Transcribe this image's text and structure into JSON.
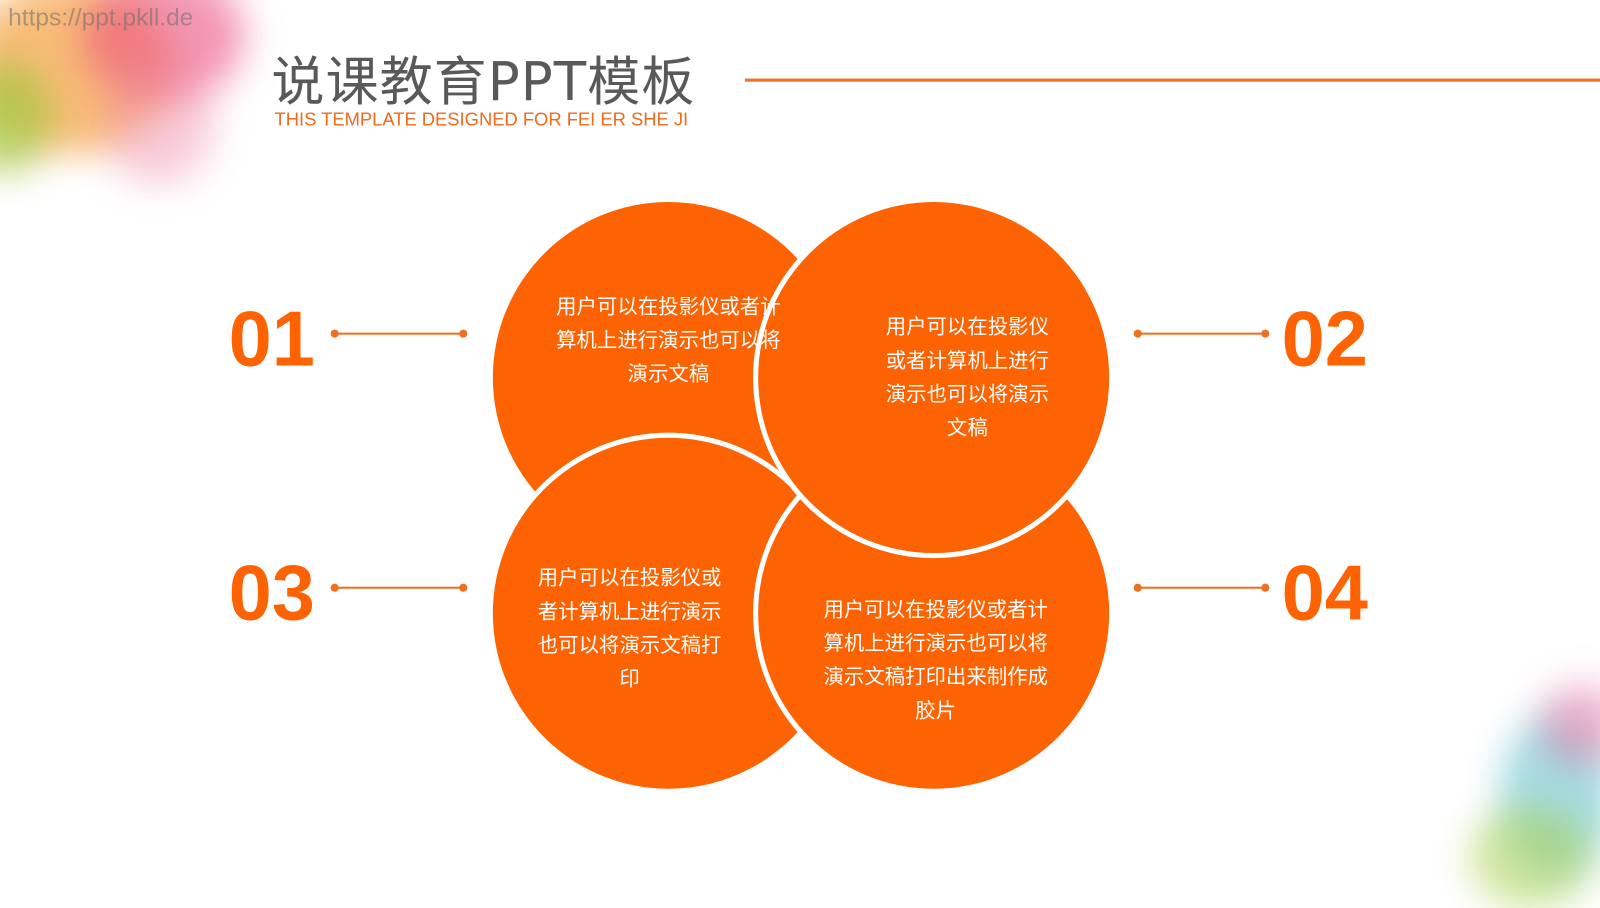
{
  "watermark": "https://ppt.pkll.de",
  "header": {
    "title": "说课教育PPT模板",
    "subtitle": "THIS TEMPLATE DESIGNED FOR FEI ER SHE JI"
  },
  "accent_color": "#fe6303",
  "items": [
    {
      "number": "01",
      "text": "用户可以在投影仪或者计算机上进行演示也可以将演示文稿"
    },
    {
      "number": "02",
      "text": "用户可以在投影仪或者计算机上进行演示也可以将演示文稿"
    },
    {
      "number": "03",
      "text": "用户可以在投影仪或者计算机上进行演示也可以将演示文稿打印"
    },
    {
      "number": "04",
      "text": "用户可以在投影仪或者计算机上进行演示也可以将演示文稿打印出来制作成胶片"
    }
  ]
}
